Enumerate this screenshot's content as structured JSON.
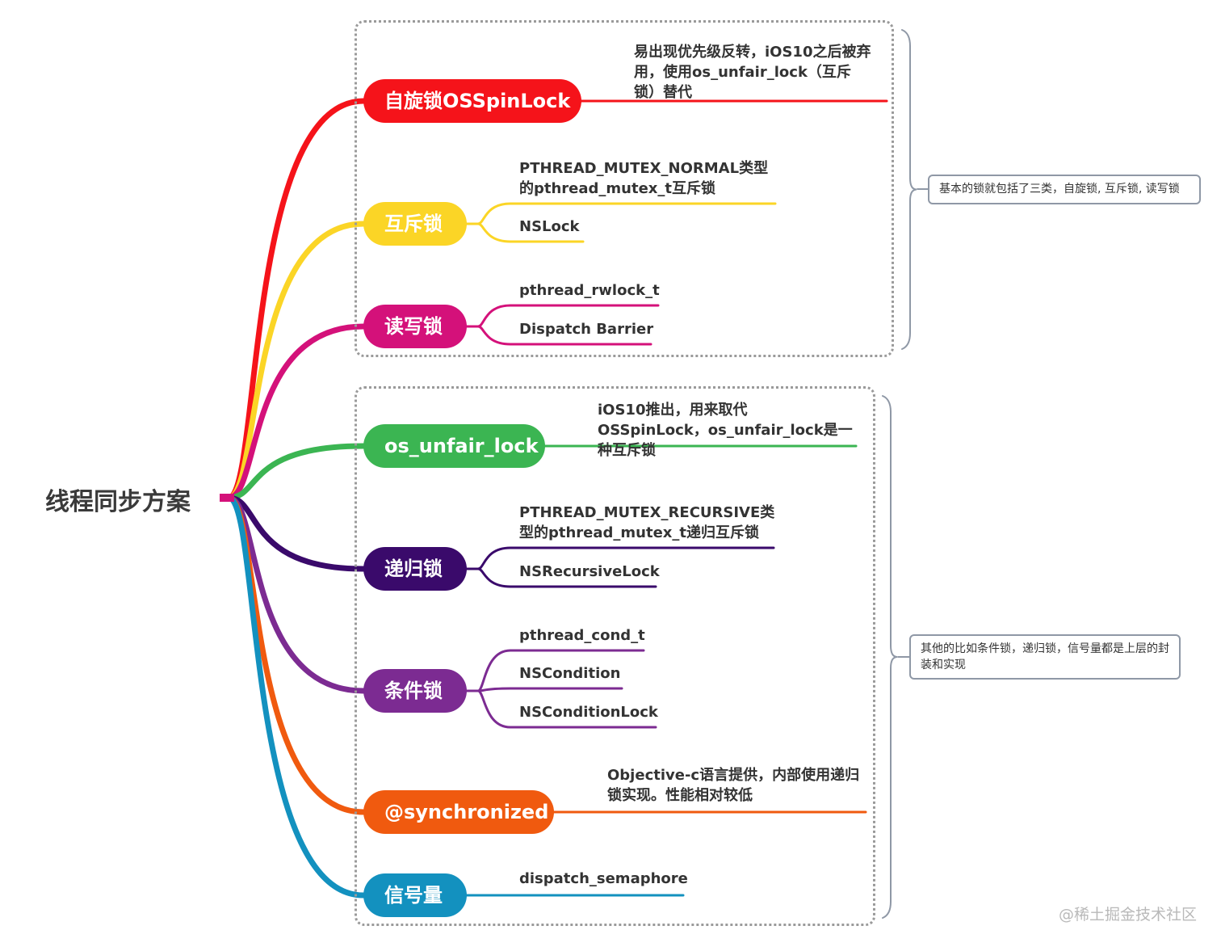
{
  "root": {
    "label": "线程同步方案"
  },
  "groups": [
    {
      "summary": "基本的锁就包括了三类，自旋锁, 互斥锁, 读写锁"
    },
    {
      "summary": "其他的比如条件锁，递归锁，信号量都是上层的封装和实现"
    }
  ],
  "branches": [
    {
      "label": "自旋锁OSSpinLock",
      "color": "#f5131a",
      "children": [
        "易出现优先级反转，iOS10之后被弃用，使用os_unfair_lock（互斥锁）替代"
      ]
    },
    {
      "label": "互斥锁",
      "color": "#fbd526",
      "children": [
        "PTHREAD_MUTEX_NORMAL类型的pthread_mutex_t互斥锁",
        "NSLock"
      ]
    },
    {
      "label": "读写锁",
      "color": "#d4117a",
      "children": [
        "pthread_rwlock_t",
        "Dispatch Barrier"
      ]
    },
    {
      "label": "os_unfair_lock",
      "color": "#3bb552",
      "children": [
        "iOS10推出，用来取代OSSpinLock，os_unfair_lock是一种互斥锁"
      ]
    },
    {
      "label": "递归锁",
      "color": "#3a0a6b",
      "children": [
        "PTHREAD_MUTEX_RECURSIVE类型的pthread_mutex_t递归互斥锁",
        "NSRecursiveLock"
      ]
    },
    {
      "label": "条件锁",
      "color": "#7c2b92",
      "children": [
        "pthread_cond_t",
        "NSCondition",
        "NSConditionLock"
      ]
    },
    {
      "label": "@synchronized",
      "color": "#f05a0f",
      "children": [
        "Objective-c语言提供，内部使用递归锁实现。性能相对较低"
      ]
    },
    {
      "label": "信号量",
      "color": "#1391bf",
      "children": [
        "dispatch_semaphore"
      ]
    }
  ],
  "watermark": "@稀土掘金技术社区",
  "icons": {
    "bracket": "curly-bracket-icon"
  }
}
